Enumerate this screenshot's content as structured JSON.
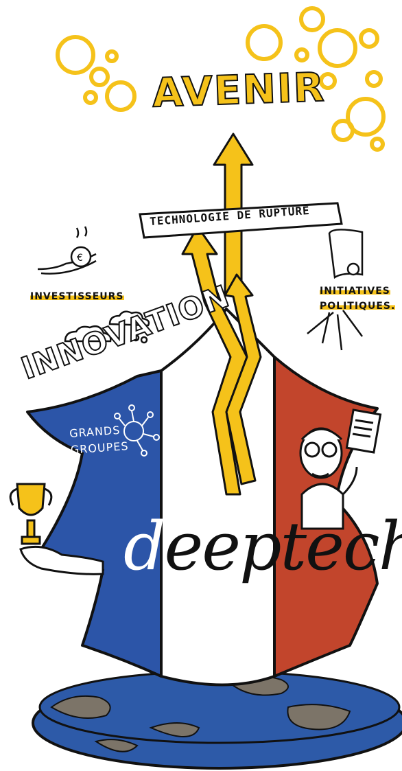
{
  "texts": {
    "avenir": "AVENIR",
    "technologie": "TECHNOLOGIE DE RUPTURE",
    "investisseurs": "INVESTISSEURS",
    "initiatives_line1": "INITIATIVES",
    "initiatives_line2": "POLITIQUES.",
    "innovation": "INNOVATION",
    "grands_line1": "GRANDS",
    "grands_line2": "GROUPES",
    "deeptech_d": "d",
    "deeptech_rest": "eeptech"
  },
  "colors": {
    "blue": "#2c55a8",
    "white": "#ffffff",
    "red": "#c2452c",
    "yellow": "#f5c21a",
    "ink": "#111111",
    "earth_blue": "#2d5aa8",
    "earth_land": "#7c7468"
  },
  "icons": [
    "bubbles-icon",
    "arrow-up-icon",
    "hand-money-bag-icon",
    "scroll-icon",
    "trophy-hand-icon",
    "scientist-icon",
    "globe-icon",
    "network-icon",
    "clouds-icon"
  ]
}
